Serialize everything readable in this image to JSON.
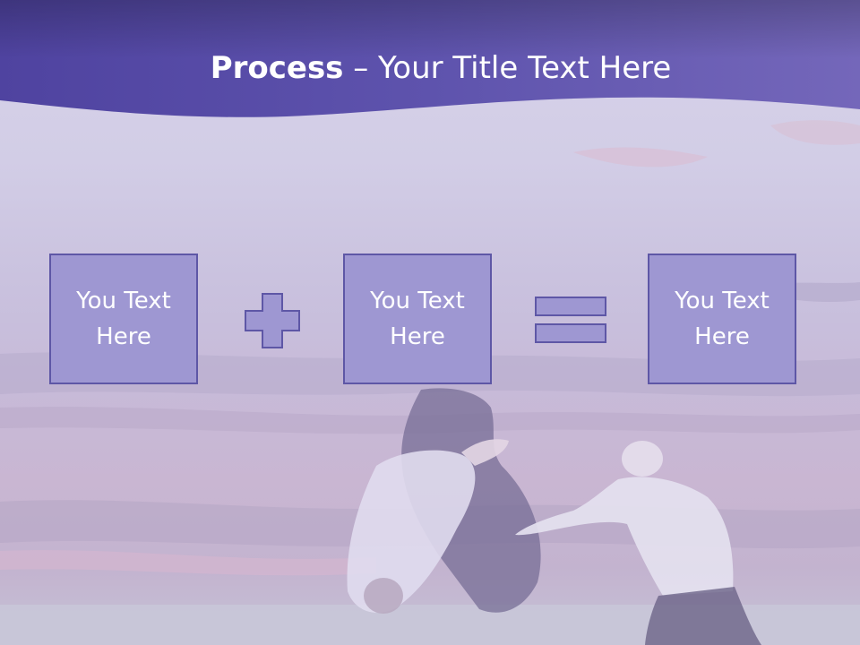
{
  "slide": {
    "title_bold": "Process",
    "title_rest": " – Your Title Text Here",
    "boxes": [
      {
        "text": "You Text Here"
      },
      {
        "text": "You Text Here"
      },
      {
        "text": "You Text Here"
      }
    ],
    "operators": [
      "plus-icon",
      "equals-icon"
    ],
    "colors": {
      "header": "#5a4fa8",
      "box_fill": "#9e97d2",
      "box_border": "#5e57a6",
      "text": "#ffffff"
    }
  }
}
